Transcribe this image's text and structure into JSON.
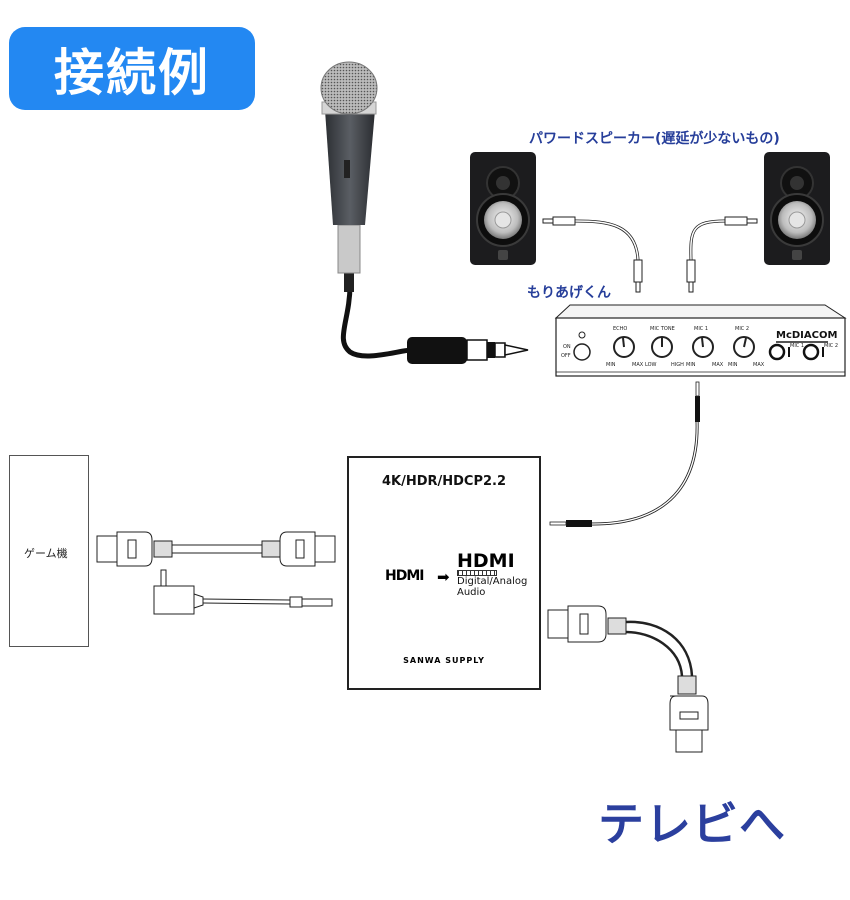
{
  "title_badge": {
    "label": "接続例",
    "color": "#2388f2"
  },
  "labels": {
    "speakers": "パワードスピーカー(遅延が少ないもの)",
    "mixer": "もりあげくん",
    "game_console": "ゲーム機",
    "to_tv": "テレビへ"
  },
  "mixer": {
    "brand": "McDIACOM",
    "power_on": "ON",
    "power_off": "OFF",
    "knobs": [
      {
        "name": "ECHO",
        "min": "MIN",
        "max": "MAX"
      },
      {
        "name": "MIC TONE",
        "min": "LOW",
        "max": "HIGH"
      },
      {
        "name": "MIC 1",
        "min": "MIN",
        "max": "MAX"
      },
      {
        "name": "MIC 2",
        "min": "MIN",
        "max": "MAX"
      }
    ],
    "jacks": [
      "MIC 1",
      "MIC 2"
    ]
  },
  "converter": {
    "title": "4K/HDR/HDCP2.2",
    "input": "HDMI",
    "output_main": "HDMI",
    "output_sub_line1": "Digital/Analog",
    "output_sub_line2": "Audio",
    "brand": "SANWA SUPPLY"
  },
  "colors": {
    "label_blue": "#263e9a",
    "tv_label_blue": "#2b3f9e"
  }
}
